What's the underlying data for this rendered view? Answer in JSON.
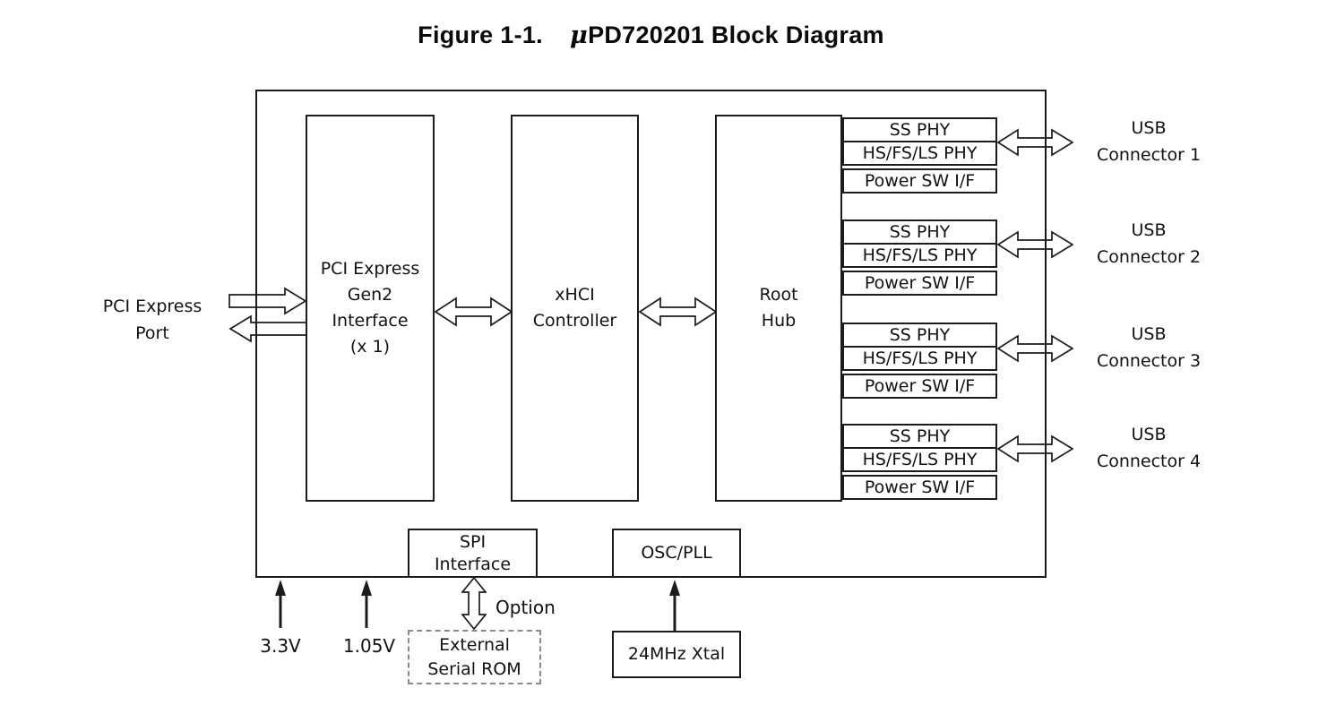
{
  "figure": {
    "label": "Figure 1-1.",
    "mu": "μ",
    "title": "PD720201 Block Diagram"
  },
  "external_labels": {
    "pci_port": {
      "line1": "PCI Express",
      "line2": "Port"
    },
    "power_3_3v": "3.3V",
    "power_1_05v": "1.05V",
    "option": "Option"
  },
  "blocks": {
    "pcie": {
      "line1": "PCI Express",
      "line2": "Gen2",
      "line3": "Interface",
      "line4": "(x 1)"
    },
    "xhci": {
      "line1": "xHCI",
      "line2": "Controller"
    },
    "root_hub": {
      "line1": "Root",
      "line2": "Hub"
    },
    "spi": {
      "line1": "SPI",
      "line2": "Interface"
    },
    "osc_pll": {
      "label": "OSC/PLL"
    },
    "external_rom": {
      "line1": "External",
      "line2": "Serial ROM"
    },
    "xtal": {
      "label": "24MHz Xtal"
    }
  },
  "phy_groups": [
    {
      "rows": [
        "SS PHY",
        "HS/FS/LS PHY",
        "Power SW I/F"
      ],
      "connector": {
        "line1": "USB",
        "line2": "Connector 1"
      }
    },
    {
      "rows": [
        "SS PHY",
        "HS/FS/LS PHY",
        "Power SW I/F"
      ],
      "connector": {
        "line1": "USB",
        "line2": "Connector 2"
      }
    },
    {
      "rows": [
        "SS PHY",
        "HS/FS/LS PHY",
        "Power SW I/F"
      ],
      "connector": {
        "line1": "USB",
        "line2": "Connector 3"
      }
    },
    {
      "rows": [
        "SS PHY",
        "HS/FS/LS PHY",
        "Power SW I/F"
      ],
      "connector": {
        "line1": "USB",
        "line2": "Connector 4"
      }
    }
  ],
  "colors": {
    "line": "#1c1c1c",
    "dashed_border": "#8a8a8a",
    "background": "#ffffff"
  }
}
